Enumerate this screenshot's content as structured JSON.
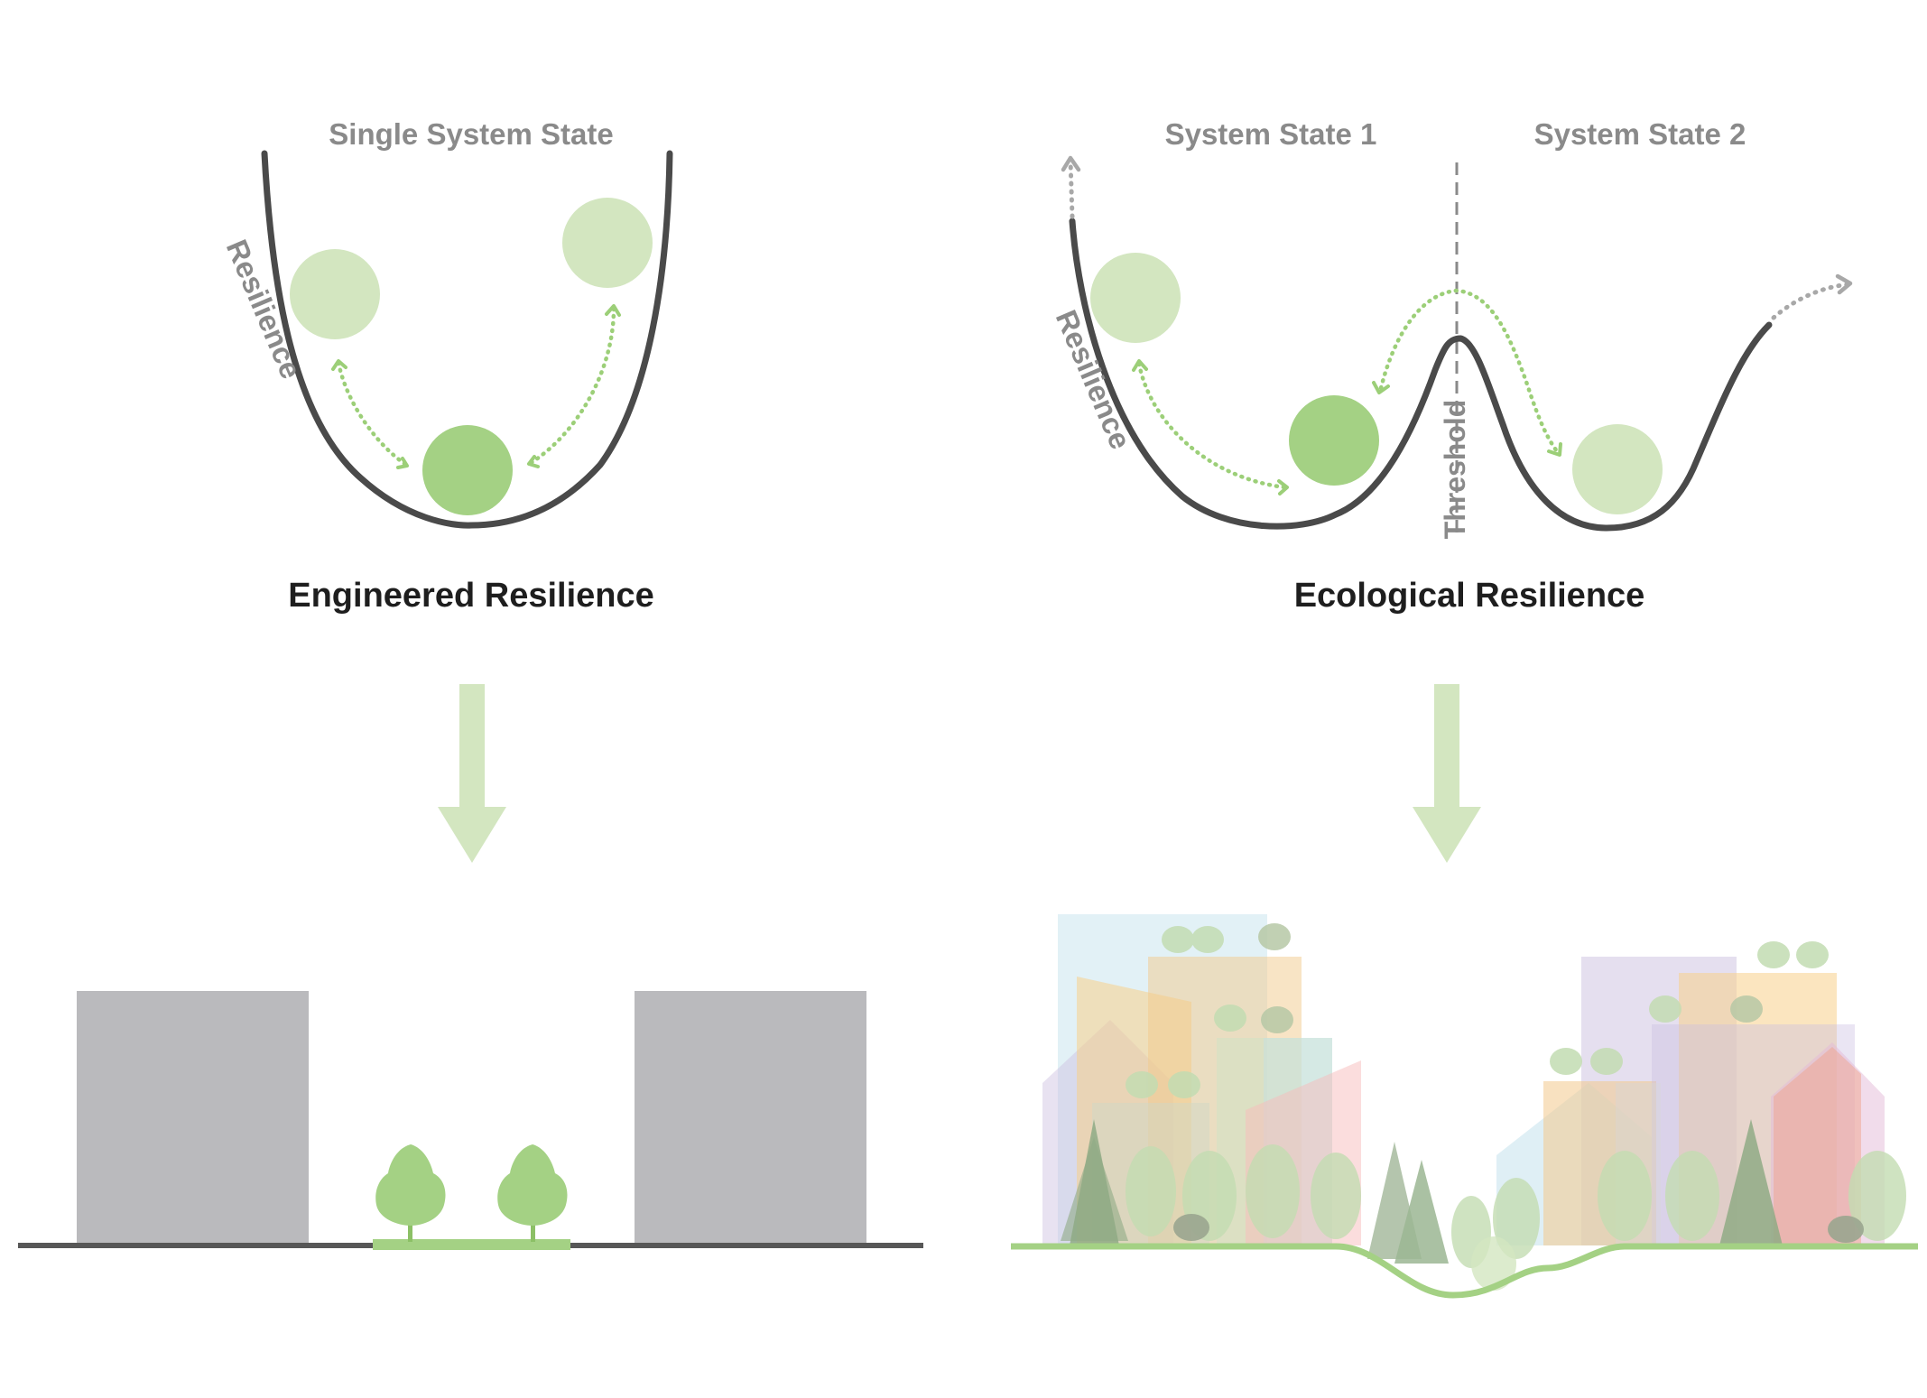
{
  "engineered": {
    "state_label": "Single System State",
    "axis_label": "Resilience",
    "title": "Engineered Resilience"
  },
  "ecological": {
    "state1_label": "System State 1",
    "state2_label": "System State 2",
    "axis_label": "Resilience",
    "threshold_label": "Threshold",
    "title": "Ecological Resilience"
  },
  "colors": {
    "curve": "#4a4a4a",
    "ball_dark": "#a4d184",
    "ball_light": "#d3e6c0",
    "arrow_green": "#d3e6c0",
    "building_gray": "#bababd",
    "ground": "#575757",
    "ground_green": "#a4d184"
  }
}
